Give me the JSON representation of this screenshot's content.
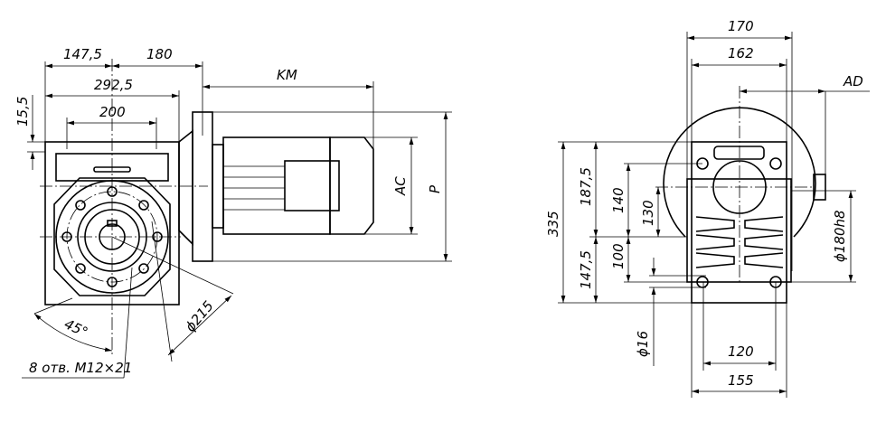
{
  "left_view": {
    "dims": {
      "d147_5": "147,5",
      "d180": "180",
      "d292_5": "292,5",
      "d200": "200",
      "d15_5": "15,5",
      "km": "KM",
      "ac": "AC",
      "p": "P",
      "d215": "ϕ215",
      "angle": "45°",
      "holes": "8 отв. M12×21"
    }
  },
  "right_view": {
    "dims": {
      "d170": "170",
      "d162": "162",
      "ad": "AD",
      "d335": "335",
      "d187_5": "187,5",
      "d140": "140",
      "d130": "130",
      "d100": "100",
      "d147_5": "147,5",
      "d16": "ϕ16",
      "d180h8": "ϕ180h8",
      "d120": "120",
      "d155": "155"
    }
  }
}
